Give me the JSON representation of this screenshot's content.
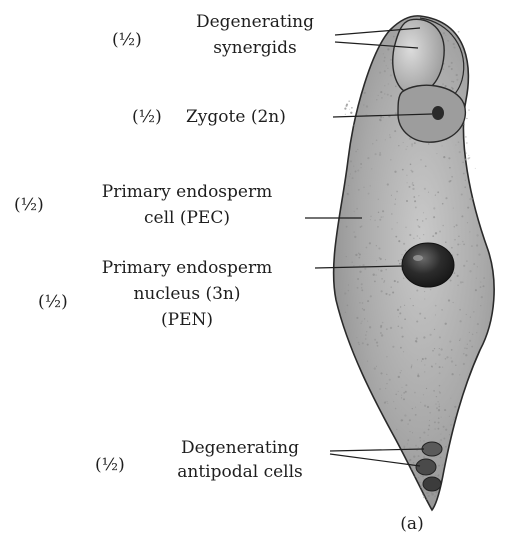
{
  "figure": {
    "caption": "(a)",
    "mark": "(½)"
  },
  "labels": {
    "synergids_line1": "Degenerating",
    "synergids_line2": "synergids",
    "zygote": "Zygote (2n)",
    "pec_line1": "Primary endosperm",
    "pec_line2": "cell (PEC)",
    "pen_line1": "Primary endosperm",
    "pen_line2": "nucleus (3n)",
    "pen_line3": "(PEN)",
    "antipodal_line1": "Degenerating",
    "antipodal_line2": "antipodal cells"
  },
  "colors": {
    "ink": "#1e1e1e",
    "stipple": "#8a8a8a",
    "nucleus": "#2a2a2a"
  }
}
